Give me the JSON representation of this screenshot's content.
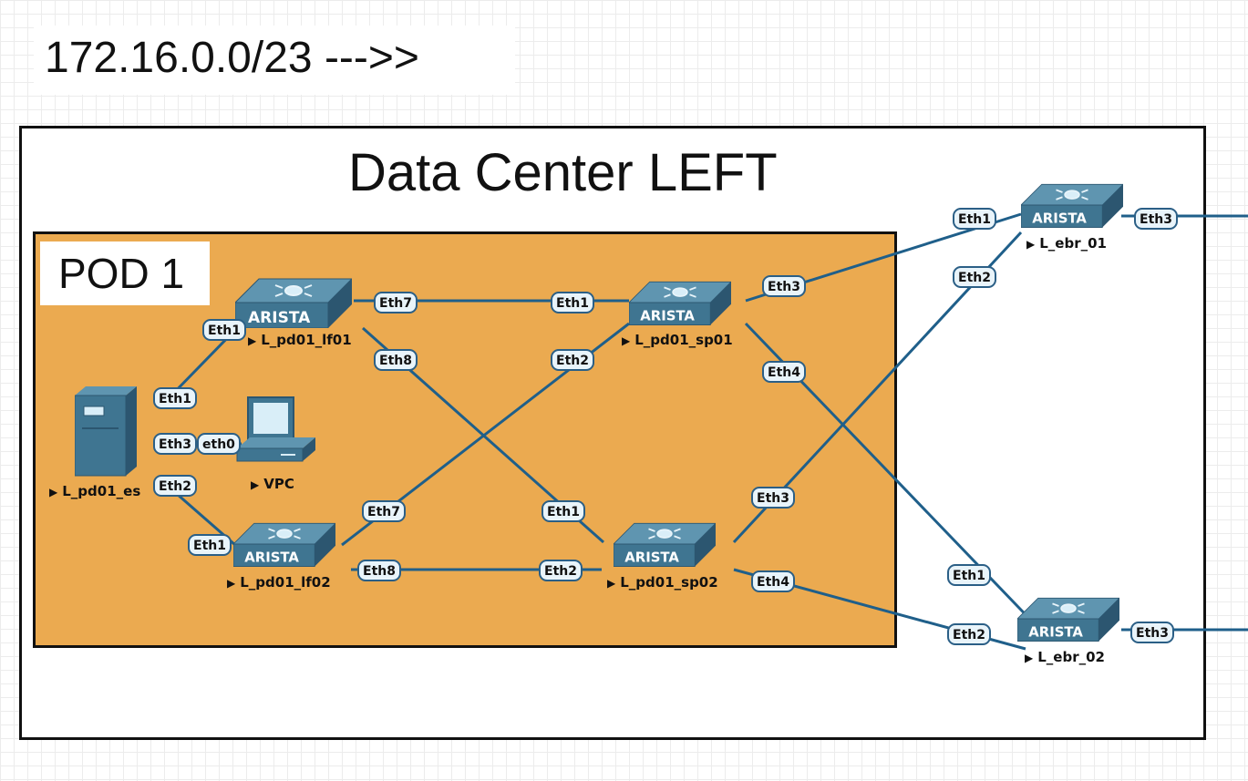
{
  "subnet_label": "172.16.0.0/23 --->>",
  "datacenter": {
    "title": "Data Center LEFT"
  },
  "pod": {
    "label": "POD 1"
  },
  "colors": {
    "pod_fill": "#ebaa50",
    "link": "#1f5f8a",
    "switch_body": "#3f7591",
    "iface_fill": "#e9f4fa"
  },
  "nodes": {
    "lf01": {
      "label": "L_pd01_lf01",
      "brand": "ARISTA",
      "icon": "arista-switch-icon"
    },
    "lf02": {
      "label": "L_pd01_lf02",
      "brand": "ARISTA",
      "icon": "arista-switch-icon"
    },
    "sp01": {
      "label": "L_pd01_sp01",
      "brand": "ARISTA",
      "icon": "arista-switch-icon"
    },
    "sp02": {
      "label": "L_pd01_sp02",
      "brand": "ARISTA",
      "icon": "arista-switch-icon"
    },
    "ebr01": {
      "label": "L_ebr_01",
      "brand": "ARISTA",
      "icon": "arista-switch-icon"
    },
    "ebr02": {
      "label": "L_ebr_02",
      "brand": "ARISTA",
      "icon": "arista-switch-icon"
    },
    "es": {
      "label": "L_pd01_es",
      "icon": "server-icon"
    },
    "vpc": {
      "label": "VPC",
      "icon": "pc-icon"
    },
    "run_marker": "▶"
  },
  "interfaces": {
    "lf01_eth1": "Eth1",
    "lf01_eth7": "Eth7",
    "lf01_eth8": "Eth8",
    "sp01_eth1": "Eth1",
    "sp01_eth2": "Eth2",
    "sp01_eth3": "Eth3",
    "sp01_eth4": "Eth4",
    "es_eth1": "Eth1",
    "es_eth3": "Eth3",
    "es_eth2": "Eth2",
    "vpc_eth0": "eth0",
    "lf02_eth1": "Eth1",
    "lf02_eth7": "Eth7",
    "lf02_eth8": "Eth8",
    "sp02_eth1": "Eth1",
    "sp02_eth2": "Eth2",
    "sp02_eth3": "Eth3",
    "sp02_eth4": "Eth4",
    "ebr01_eth1": "Eth1",
    "ebr01_eth2": "Eth2",
    "ebr01_eth3": "Eth3",
    "ebr02_eth1": "Eth1",
    "ebr02_eth2": "Eth2",
    "ebr02_eth3": "Eth3"
  }
}
